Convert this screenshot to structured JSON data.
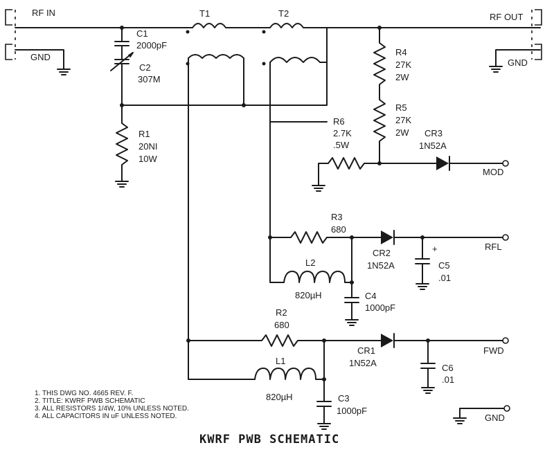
{
  "ports": {
    "rf_in": "RF IN",
    "gnd_in": "GND",
    "rf_out": "RF OUT",
    "gnd_out": "GND",
    "mod": "MOD",
    "rfl": "RFL",
    "fwd": "FWD",
    "gnd_bottom": "GND"
  },
  "transformers": {
    "t1": "T1",
    "t2": "T2"
  },
  "components": {
    "c1": {
      "ref": "C1",
      "value": "2000pF"
    },
    "c2": {
      "ref": "C2",
      "value": "307M"
    },
    "r1": {
      "ref": "R1",
      "value": "20NI",
      "rating": "10W"
    },
    "r4": {
      "ref": "R4",
      "value": "27K",
      "rating": "2W"
    },
    "r5": {
      "ref": "R5",
      "value": "27K",
      "rating": "2W"
    },
    "r6": {
      "ref": "R6",
      "value": "2.7K",
      "rating": ".5W"
    },
    "cr3": {
      "ref": "CR3",
      "value": "1N52A"
    },
    "r3": {
      "ref": "R3",
      "value": "680"
    },
    "cr2": {
      "ref": "CR2",
      "value": "1N52A"
    },
    "c5": {
      "ref": "C5",
      "value": ".01",
      "polarity": "+"
    },
    "l2": {
      "ref": "L2",
      "value": "820µH"
    },
    "c4": {
      "ref": "C4",
      "value": "1000pF"
    },
    "r2": {
      "ref": "R2",
      "value": "680"
    },
    "cr1": {
      "ref": "CR1",
      "value": "1N52A"
    },
    "c6": {
      "ref": "C6",
      "value": ".01"
    },
    "l1": {
      "ref": "L1",
      "value": "820µH"
    },
    "c3": {
      "ref": "C3",
      "value": "1000pF"
    }
  },
  "notes": [
    "1. THIS DWG NO. 4665 REV. F.",
    "2. TITLE: KWRF PWB SCHEMATIC",
    "3. ALL RESISTORS 1/4W, 10% UNLESS NOTED.",
    "4. ALL CAPACITORS IN uF UNLESS NOTED."
  ],
  "title": "KWRF PWB SCHEMATIC"
}
